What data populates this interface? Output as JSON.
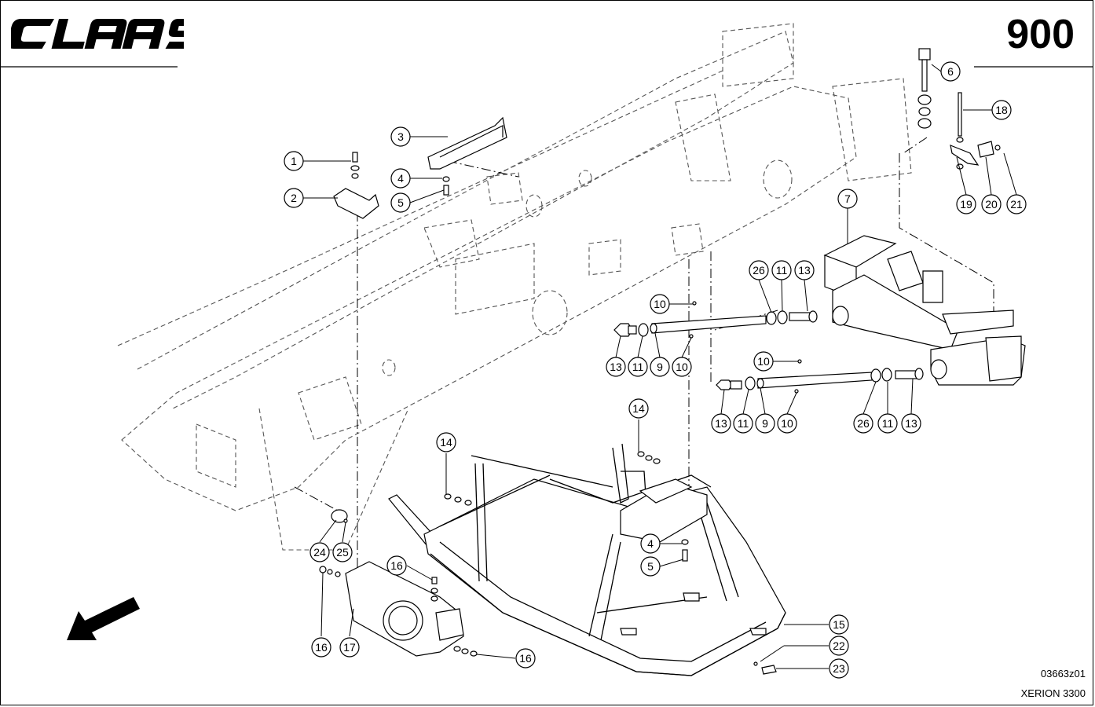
{
  "header": {
    "brand": "CLAAS",
    "page_number": "900"
  },
  "footer": {
    "drawing_code": "03663z01",
    "model": "XERION 3300"
  },
  "callouts": [
    {
      "id": "c1",
      "label": "1"
    },
    {
      "id": "c2",
      "label": "2"
    },
    {
      "id": "c3",
      "label": "3"
    },
    {
      "id": "c4a",
      "label": "4"
    },
    {
      "id": "c5a",
      "label": "5"
    },
    {
      "id": "c6",
      "label": "6"
    },
    {
      "id": "c7",
      "label": "7"
    },
    {
      "id": "c18",
      "label": "18"
    },
    {
      "id": "c19",
      "label": "19"
    },
    {
      "id": "c20",
      "label": "20"
    },
    {
      "id": "c21",
      "label": "21"
    },
    {
      "id": "c26a",
      "label": "26"
    },
    {
      "id": "c11a",
      "label": "11"
    },
    {
      "id": "c13a",
      "label": "13"
    },
    {
      "id": "c10a",
      "label": "10"
    },
    {
      "id": "c13b",
      "label": "13"
    },
    {
      "id": "c11b",
      "label": "11"
    },
    {
      "id": "c9a",
      "label": "9"
    },
    {
      "id": "c10b",
      "label": "10"
    },
    {
      "id": "c10c",
      "label": "10"
    },
    {
      "id": "c13c",
      "label": "13"
    },
    {
      "id": "c11c",
      "label": "11"
    },
    {
      "id": "c9b",
      "label": "9"
    },
    {
      "id": "c10d",
      "label": "10"
    },
    {
      "id": "c26b",
      "label": "26"
    },
    {
      "id": "c11d",
      "label": "11"
    },
    {
      "id": "c13d",
      "label": "13"
    },
    {
      "id": "c14a",
      "label": "14"
    },
    {
      "id": "c14b",
      "label": "14"
    },
    {
      "id": "c4b",
      "label": "4"
    },
    {
      "id": "c5b",
      "label": "5"
    },
    {
      "id": "c24",
      "label": "24"
    },
    {
      "id": "c25",
      "label": "25"
    },
    {
      "id": "c16a",
      "label": "16"
    },
    {
      "id": "c16b",
      "label": "16"
    },
    {
      "id": "c17",
      "label": "17"
    },
    {
      "id": "c16c",
      "label": "16"
    },
    {
      "id": "c15",
      "label": "15"
    },
    {
      "id": "c22",
      "label": "22"
    },
    {
      "id": "c23",
      "label": "23"
    }
  ]
}
